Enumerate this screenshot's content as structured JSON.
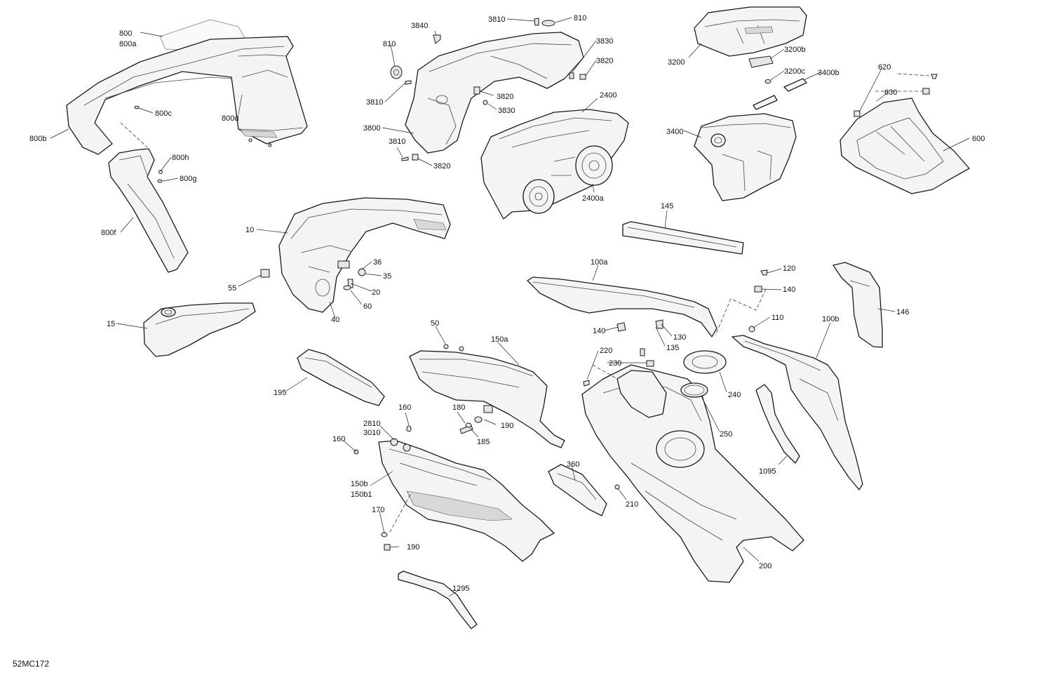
{
  "diagram": {
    "code": "52MC172",
    "callouts": [
      {
        "id": "800",
        "text": "800"
      },
      {
        "id": "800a",
        "text": "800a"
      },
      {
        "id": "800c",
        "text": "800c"
      },
      {
        "id": "800d",
        "text": "800d"
      },
      {
        "id": "800b",
        "text": "800b"
      },
      {
        "id": "800h",
        "text": "800h"
      },
      {
        "id": "800g",
        "text": "800g"
      },
      {
        "id": "800f",
        "text": "800f"
      },
      {
        "id": "3840",
        "text": "3840"
      },
      {
        "id": "810a",
        "text": "810"
      },
      {
        "id": "3810a",
        "text": "3810"
      },
      {
        "id": "810b",
        "text": "810"
      },
      {
        "id": "3830a",
        "text": "3830"
      },
      {
        "id": "3820a",
        "text": "3820"
      },
      {
        "id": "3810b",
        "text": "3810"
      },
      {
        "id": "3820b",
        "text": "3820"
      },
      {
        "id": "3830b",
        "text": "3830"
      },
      {
        "id": "3800",
        "text": "3800"
      },
      {
        "id": "3810c",
        "text": "3810"
      },
      {
        "id": "3820c",
        "text": "3820"
      },
      {
        "id": "2400",
        "text": "2400"
      },
      {
        "id": "2400a",
        "text": "2400a"
      },
      {
        "id": "3200",
        "text": "3200"
      },
      {
        "id": "3200b",
        "text": "3200b"
      },
      {
        "id": "3200c",
        "text": "3200c"
      },
      {
        "id": "3400b",
        "text": "3400b"
      },
      {
        "id": "3400",
        "text": "3400"
      },
      {
        "id": "620",
        "text": "620"
      },
      {
        "id": "630",
        "text": "630"
      },
      {
        "id": "600",
        "text": "600"
      },
      {
        "id": "10",
        "text": "10"
      },
      {
        "id": "36",
        "text": "36"
      },
      {
        "id": "35",
        "text": "35"
      },
      {
        "id": "55",
        "text": "55"
      },
      {
        "id": "20",
        "text": "20"
      },
      {
        "id": "60",
        "text": "60"
      },
      {
        "id": "40",
        "text": "40"
      },
      {
        "id": "15",
        "text": "15"
      },
      {
        "id": "145",
        "text": "145"
      },
      {
        "id": "100a",
        "text": "100a"
      },
      {
        "id": "120",
        "text": "120"
      },
      {
        "id": "140a",
        "text": "140"
      },
      {
        "id": "146",
        "text": "146"
      },
      {
        "id": "140b",
        "text": "140"
      },
      {
        "id": "130",
        "text": "130"
      },
      {
        "id": "135",
        "text": "135"
      },
      {
        "id": "110",
        "text": "110"
      },
      {
        "id": "100b",
        "text": "100b"
      },
      {
        "id": "50",
        "text": "50"
      },
      {
        "id": "150a",
        "text": "150a"
      },
      {
        "id": "195",
        "text": "195"
      },
      {
        "id": "220",
        "text": "220"
      },
      {
        "id": "230",
        "text": "230"
      },
      {
        "id": "240",
        "text": "240"
      },
      {
        "id": "250",
        "text": "250"
      },
      {
        "id": "160a",
        "text": "160"
      },
      {
        "id": "180",
        "text": "180"
      },
      {
        "id": "190a",
        "text": "190"
      },
      {
        "id": "185",
        "text": "185"
      },
      {
        "id": "2810",
        "text": "2810"
      },
      {
        "id": "3010",
        "text": "3010"
      },
      {
        "id": "160b",
        "text": "160"
      },
      {
        "id": "150b",
        "text": "150b"
      },
      {
        "id": "150b1",
        "text": "150b1"
      },
      {
        "id": "360",
        "text": "360"
      },
      {
        "id": "210",
        "text": "210"
      },
      {
        "id": "1095",
        "text": "1095"
      },
      {
        "id": "170",
        "text": "170"
      },
      {
        "id": "190b",
        "text": "190"
      },
      {
        "id": "200",
        "text": "200"
      },
      {
        "id": "1295",
        "text": "1295"
      }
    ]
  }
}
